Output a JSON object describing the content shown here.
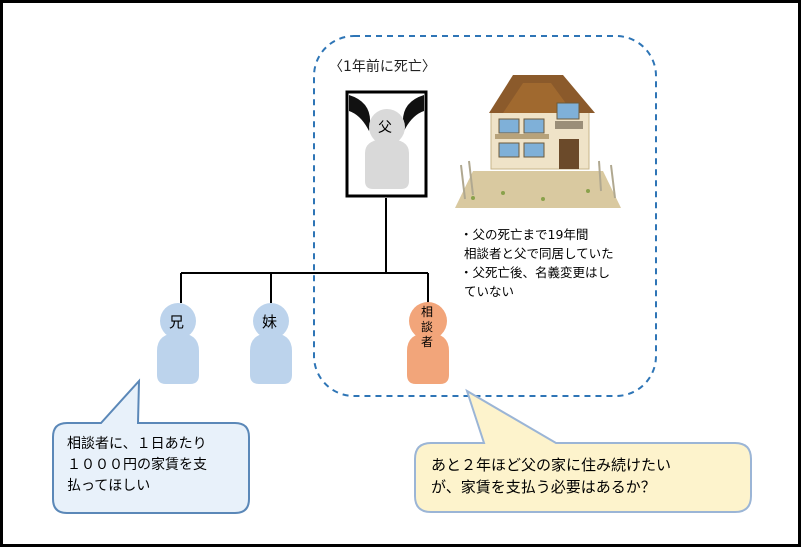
{
  "caption": "〈1年前に死亡〉",
  "people": {
    "father": "父",
    "brother": "兄",
    "sister": "妹",
    "consultant": "相\n談\n者"
  },
  "notes": [
    "・父の死亡まで19年間",
    "相談者と父で同居していた",
    "・父死亡後、名義変更はし",
    "ていない"
  ],
  "bubble_brother": {
    "lines": [
      "相談者に、１日あたり",
      "１０００円の家賃を支",
      "払ってほしい"
    ]
  },
  "bubble_consultant": {
    "lines": [
      "あと２年ほど父の家に住み続けたい",
      "が、家賃を支払う必要はあるか？"
    ]
  },
  "colors": {
    "grey_person": "#d9d9d9",
    "blue_person": "#bcd3ec",
    "orange_person": "#f2a57a",
    "dashed_border": "#2e75b6",
    "bubble_blue_fill": "#e8f1fa",
    "bubble_blue_border": "#5b88b8",
    "bubble_yellow_fill": "#fdf3cc",
    "bubble_yellow_border": "#9bb5d6"
  }
}
